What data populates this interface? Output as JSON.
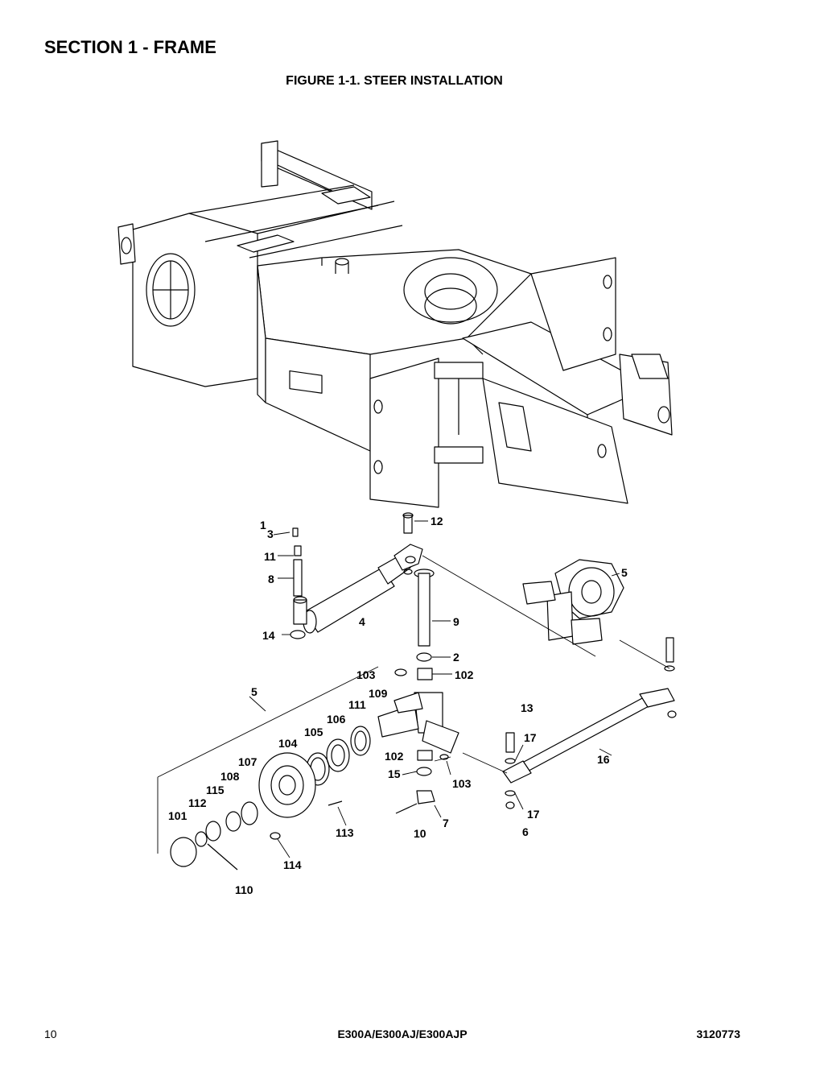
{
  "header": {
    "section_title": "SECTION 1 - FRAME",
    "figure_title": "FIGURE 1-1. STEER INSTALLATION"
  },
  "callouts": [
    {
      "id": "c1",
      "label": "1"
    },
    {
      "id": "c3",
      "label": "3"
    },
    {
      "id": "c12",
      "label": "12"
    },
    {
      "id": "c11",
      "label": "11"
    },
    {
      "id": "c8",
      "label": "8"
    },
    {
      "id": "c5a",
      "label": "5"
    },
    {
      "id": "c4",
      "label": "4"
    },
    {
      "id": "c9",
      "label": "9"
    },
    {
      "id": "c14",
      "label": "14"
    },
    {
      "id": "c2",
      "label": "2"
    },
    {
      "id": "c103a",
      "label": "103"
    },
    {
      "id": "c102a",
      "label": "102"
    },
    {
      "id": "c5b",
      "label": "5"
    },
    {
      "id": "c109",
      "label": "109"
    },
    {
      "id": "c111",
      "label": "111"
    },
    {
      "id": "c106",
      "label": "106"
    },
    {
      "id": "c105",
      "label": "105"
    },
    {
      "id": "c104",
      "label": "104"
    },
    {
      "id": "c13",
      "label": "13"
    },
    {
      "id": "c17a",
      "label": "17"
    },
    {
      "id": "c107",
      "label": "107"
    },
    {
      "id": "c102b",
      "label": "102"
    },
    {
      "id": "c16",
      "label": "16"
    },
    {
      "id": "c108",
      "label": "108"
    },
    {
      "id": "c15",
      "label": "15"
    },
    {
      "id": "c103b",
      "label": "103"
    },
    {
      "id": "c115",
      "label": "115"
    },
    {
      "id": "c112",
      "label": "112"
    },
    {
      "id": "c101",
      "label": "101"
    },
    {
      "id": "c17b",
      "label": "17"
    },
    {
      "id": "c113",
      "label": "113"
    },
    {
      "id": "c10",
      "label": "10"
    },
    {
      "id": "c7",
      "label": "7"
    },
    {
      "id": "c6",
      "label": "6"
    },
    {
      "id": "c114",
      "label": "114"
    },
    {
      "id": "c110",
      "label": "110"
    }
  ],
  "footer": {
    "page_number": "10",
    "model": "E300A/E300AJ/E300AJP",
    "doc_number": "3120773"
  }
}
